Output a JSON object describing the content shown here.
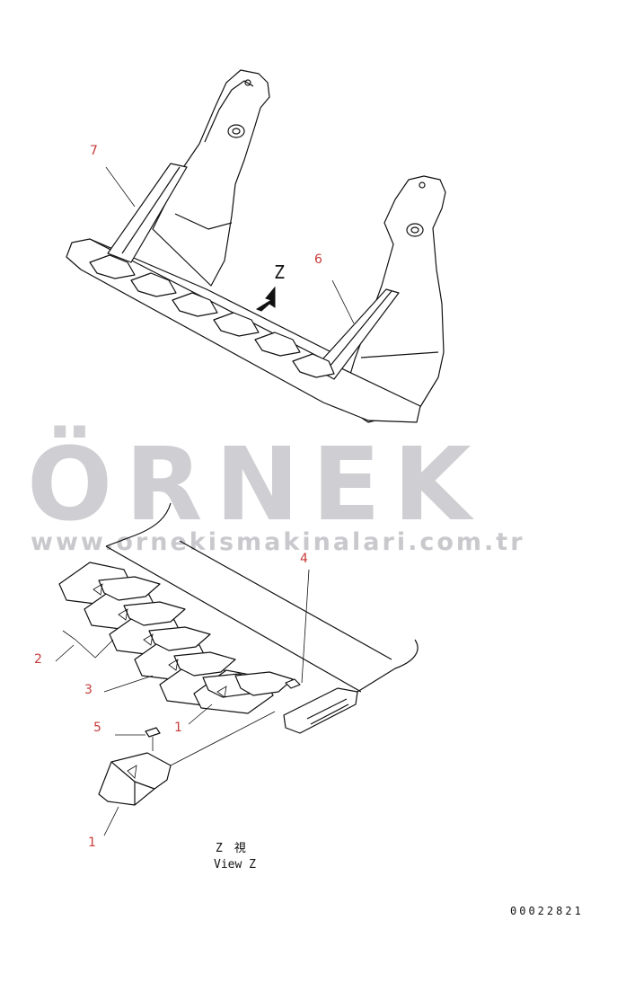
{
  "callouts": {
    "c7": "7",
    "c6": "6",
    "c4": "4",
    "c2": "2",
    "c3": "3",
    "c5": "5",
    "c1a": "1",
    "c1b": "1"
  },
  "view_arrow_label": "Z",
  "view_caption_jp": "Z　視",
  "view_caption_en": "View Z",
  "drawing_number": "00022821",
  "watermark": {
    "brand": "ÖRNEK",
    "url": "www.ornekismakinalari.com.tr",
    "accent_color": "#f2d9a0",
    "text_color": "#cfcfd3"
  },
  "colors": {
    "line": "#111111",
    "callout": "#c83a3a"
  }
}
